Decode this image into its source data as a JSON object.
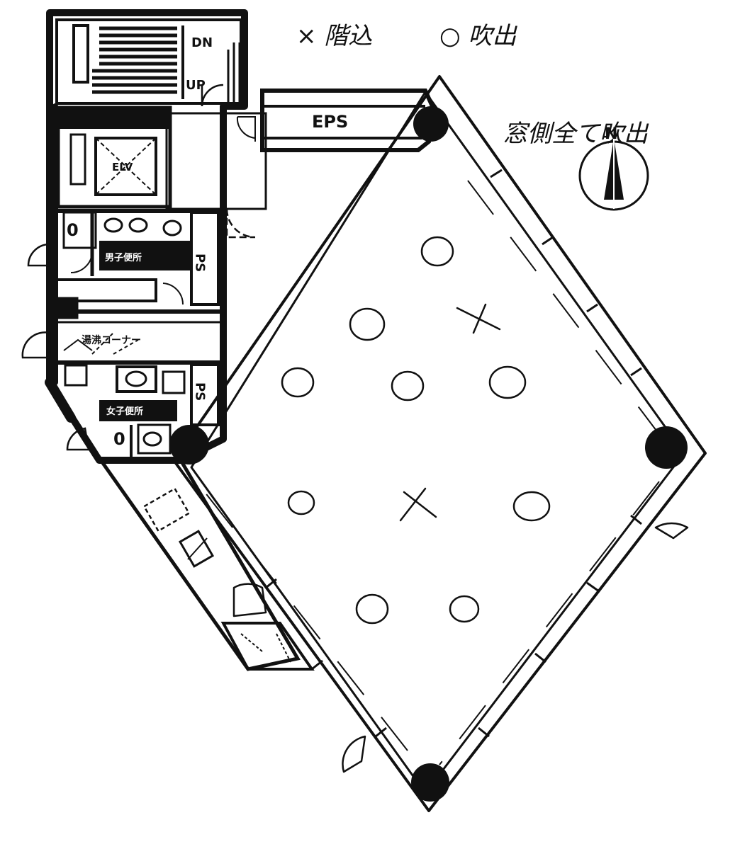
{
  "legend": {
    "x_item": "× 階込",
    "o_item": "○ 吹出"
  },
  "note": "窓側全て吹出",
  "north": "N",
  "labels": {
    "eps": "EPS",
    "dn": "DN",
    "up": "UP",
    "elv": "ELV",
    "ps_top": "PS",
    "ps_bottom": "PS",
    "zero_top": "0",
    "zero_bottom": "0",
    "restroom_top": "男子便所",
    "corner": "湯沸コーナー",
    "restroom_bottom": "女子便所"
  },
  "colors": {
    "ink": "#111111",
    "paper": "#ffffff"
  }
}
